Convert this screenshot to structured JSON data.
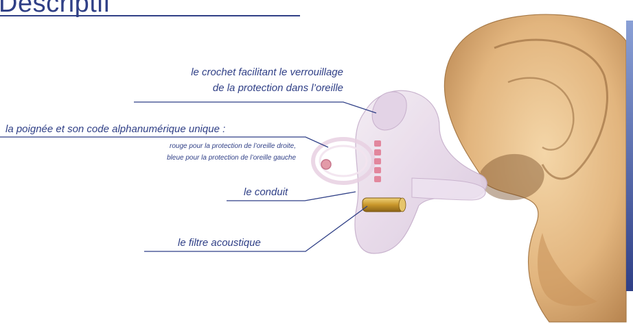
{
  "title": "Descriptif",
  "colors": {
    "accent": "#2f3f86",
    "skin": "#e8c08c",
    "plug": "#eaddee",
    "filter": "#c8962a"
  },
  "labels": {
    "hook_line1": "le crochet  facilitant le verrouillage",
    "hook_line2": "de la protection dans l’oreille",
    "handle": "la poignée  et son code alphanumérique unique :",
    "handle_note1": "rouge pour la protection de l’oreille droite,",
    "handle_note2": "bleue pour la protection de l’oreille gauche",
    "duct": "le conduit",
    "filter": "le filtre acoustique"
  }
}
